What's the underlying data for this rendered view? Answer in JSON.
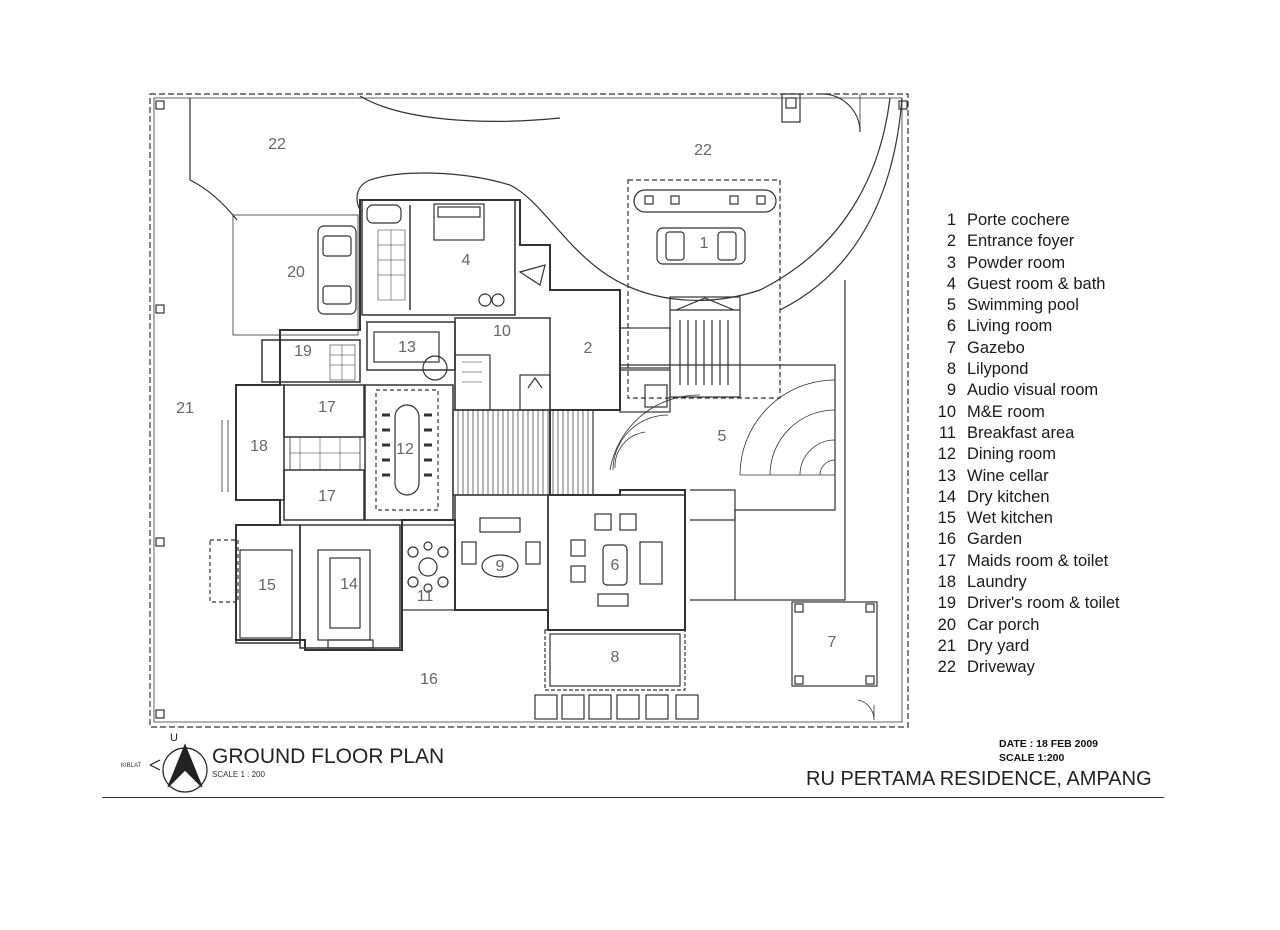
{
  "rooms": [
    {
      "no": "1",
      "name": "Porte cochere"
    },
    {
      "no": "2",
      "name": "Entrance foyer"
    },
    {
      "no": "3",
      "name": "Powder room"
    },
    {
      "no": "4",
      "name": "Guest room & bath"
    },
    {
      "no": "5",
      "name": "Swimming pool"
    },
    {
      "no": "6",
      "name": "Living room"
    },
    {
      "no": "7",
      "name": "Gazebo"
    },
    {
      "no": "8",
      "name": "Lilypond"
    },
    {
      "no": "9",
      "name": "Audio visual room"
    },
    {
      "no": "10",
      "name": "M&E room"
    },
    {
      "no": "11",
      "name": "Breakfast area"
    },
    {
      "no": "12",
      "name": "Dining room"
    },
    {
      "no": "13",
      "name": "Wine cellar"
    },
    {
      "no": "14",
      "name": "Dry kitchen"
    },
    {
      "no": "15",
      "name": "Wet kitchen"
    },
    {
      "no": "16",
      "name": "Garden"
    },
    {
      "no": "17",
      "name": "Maids room & toilet"
    },
    {
      "no": "18",
      "name": "Laundry"
    },
    {
      "no": "19",
      "name": "Driver's room & toilet"
    },
    {
      "no": "20",
      "name": "Car porch"
    },
    {
      "no": "21",
      "name": "Dry yard"
    },
    {
      "no": "22",
      "name": "Driveway"
    }
  ],
  "plan_labels": [
    "22",
    "22",
    "20",
    "4",
    "1",
    "10",
    "13",
    "2",
    "19",
    "21",
    "17",
    "12",
    "18",
    "5",
    "17",
    "9",
    "6",
    "15",
    "14",
    "11",
    "7",
    "8",
    "16"
  ],
  "title_block": {
    "plan_title": "GROUND FLOOR PLAN",
    "plan_scale": "SCALE 1 : 200",
    "date": "DATE : 18 FEB 2009",
    "scale": "SCALE 1:200",
    "project": "RU PERTAMA RESIDENCE, AMPANG",
    "north_letter": "U",
    "kiblat": "KIBLAT"
  },
  "colors": {
    "line": "#333333",
    "label": "#666666",
    "text": "#1a1a1a"
  }
}
